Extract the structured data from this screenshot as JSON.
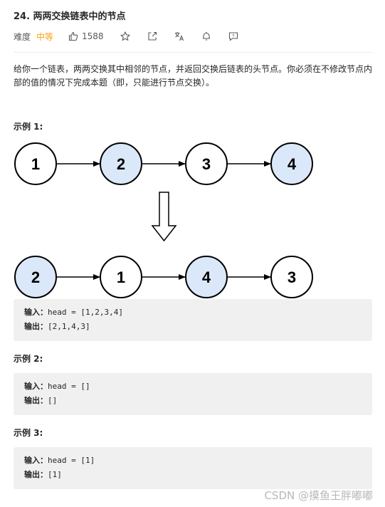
{
  "problem": {
    "title": "24. 两两交换链表中的节点",
    "difficulty_label": "难度",
    "difficulty": "中等",
    "likes": "1588",
    "description": "给你一个链表，两两交换其中相邻的节点，并返回交换后链表的头节点。你必须在不修改节点内部的值的情况下完成本题（即，只能进行节点交换）。"
  },
  "colors": {
    "difficulty": "#ffa116",
    "node_highlight": "#dbe8f9",
    "node_plain": "#ffffff",
    "code_bg": "#f0f0f0"
  },
  "diagram": {
    "before_nodes": [
      "1",
      "2",
      "3",
      "4"
    ],
    "before_highlight": [
      false,
      true,
      false,
      true
    ],
    "after_nodes": [
      "2",
      "1",
      "4",
      "3"
    ],
    "after_highlight": [
      true,
      false,
      true,
      false
    ]
  },
  "examples": [
    {
      "label": "示例 1:",
      "input_key": "输入：",
      "input": "head = [1,2,3,4]",
      "output_key": "输出：",
      "output": "[2,1,4,3]"
    },
    {
      "label": "示例 2:",
      "input_key": "输入：",
      "input": "head = []",
      "output_key": "输出：",
      "output": "[]"
    },
    {
      "label": "示例 3:",
      "input_key": "输入：",
      "input": "head = [1]",
      "output_key": "输出：",
      "output": "[1]"
    }
  ],
  "watermark": "CSDN @摸鱼王胖嘟嘟"
}
